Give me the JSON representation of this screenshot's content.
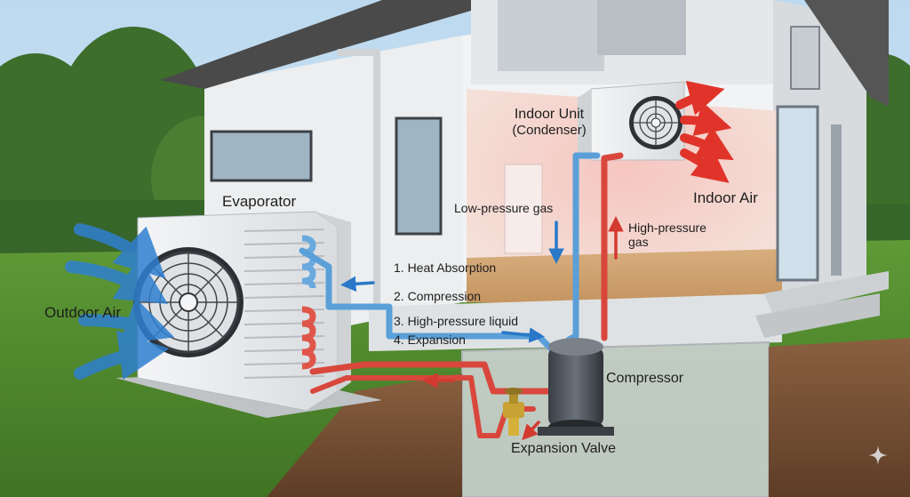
{
  "labels": {
    "evaporator": "Evaporator",
    "outdoor_air": "Outdoor Air",
    "indoor_unit_line1": "Indoor Unit",
    "indoor_unit_line2": "(Condenser)",
    "indoor_air": "Indoor Air",
    "low_pressure_gas": "Low-pressure gas",
    "high_pressure_gas_line1": "High-pressure",
    "high_pressure_gas_line2": "gas",
    "compressor": "Compressor",
    "expansion_valve": "Expansion Valve"
  },
  "steps": [
    "1. Heat Absorption",
    "2. Compression",
    "3. High-pressure liquid",
    "4. Expansion"
  ],
  "colors": {
    "hot_pipe": "#d9473c",
    "cold_pipe": "#5a9fd8",
    "outdoor_air_arrow": "#2f7fd0",
    "indoor_air_arrow": "#e0342a",
    "grass": "#4f8a2e",
    "soil": "#7a5234",
    "wall": "#eceeef",
    "roof": "#4a4a4a"
  },
  "icons": {
    "outdoor_fan": "fan-icon",
    "indoor_fan": "fan-icon",
    "expansion_valve": "valve-icon",
    "compressor": "compressor-icon",
    "watermark": "sparkle-icon"
  }
}
